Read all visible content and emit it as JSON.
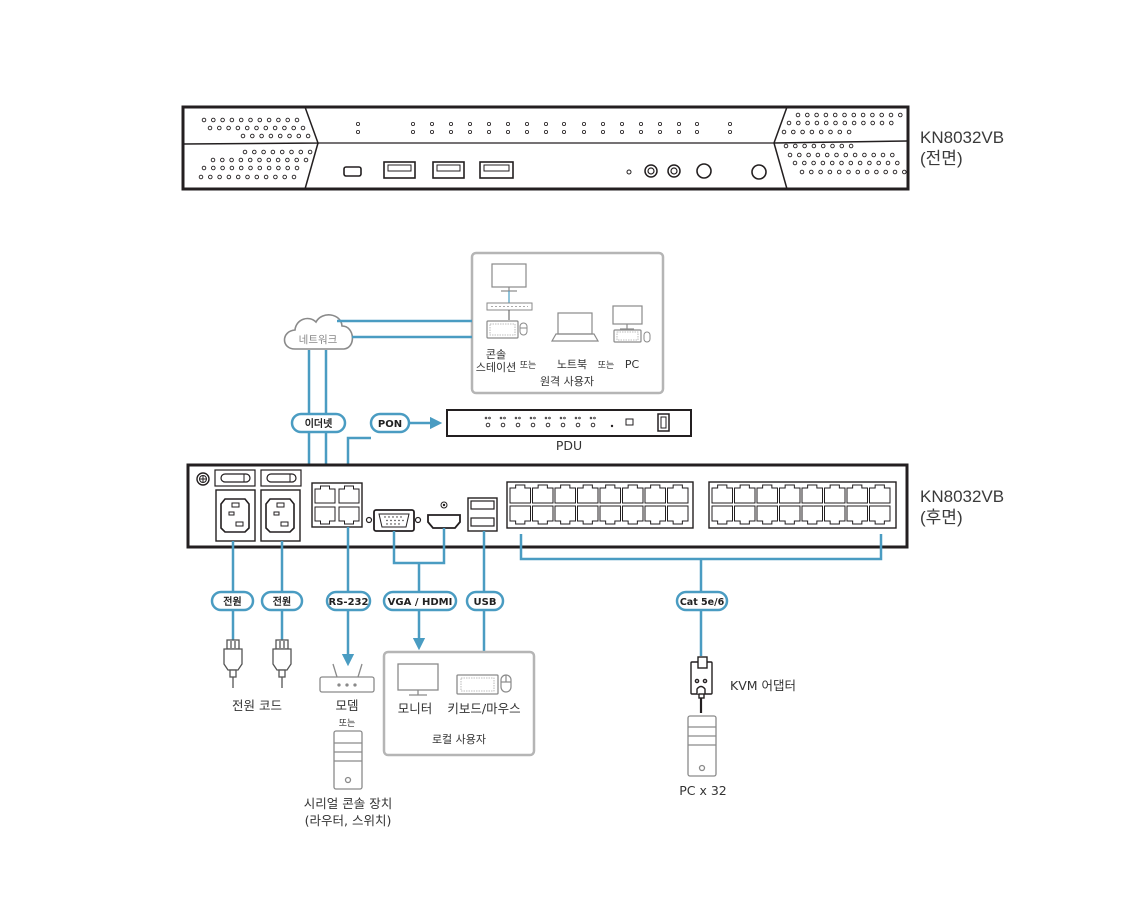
{
  "colors": {
    "cable": "#4a9cc2",
    "device_outline": "#231f20",
    "icon_gray": "#8a8a8a",
    "box_border": "#b5b5b5",
    "text": "#333333"
  },
  "front_panel": {
    "title": "KN8032VB",
    "subtitle": "(전면)"
  },
  "rear_panel": {
    "title": "KN8032VB",
    "subtitle": "(후면)"
  },
  "network": {
    "cloud_label": "네트워크"
  },
  "remote_users": {
    "console_station_line1": "콘솔",
    "console_station_line2": "스테이션",
    "or_1": "또는",
    "laptop": "노트북",
    "or_2": "또는",
    "pc": "PC",
    "group_label": "원격 사용자"
  },
  "cable_labels": {
    "ethernet": "이더넷",
    "pon": "PON",
    "power_1": "전원",
    "power_2": "전원",
    "rs232": "RS-232",
    "vga_hdmi": "VGA / HDMI",
    "usb": "USB",
    "cat": "Cat 5e/6"
  },
  "pdu": {
    "label": "PDU"
  },
  "peripherals": {
    "power_cord": "전원 코드",
    "modem": "모뎀",
    "or": "또는",
    "serial_device_line1": "시리얼 콘솔 장치",
    "serial_device_line2": "(라우터, 스위치)",
    "monitor": "모니터",
    "keyboard_mouse": "키보드/마우스",
    "local_user_group": "로컬 사용자",
    "kvm_adapter": "KVM 어댑터",
    "pc_count": "PC x 32"
  }
}
